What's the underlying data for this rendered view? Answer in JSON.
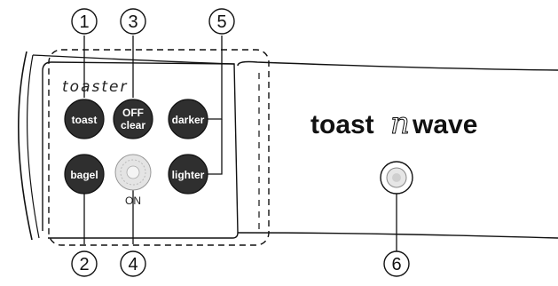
{
  "panel": {
    "title": "toaster",
    "on_label": "ON"
  },
  "buttons": {
    "toast": "toast",
    "off_line1": "OFF",
    "off_line2": "clear",
    "darker": "darker",
    "bagel": "bagel",
    "lighter": "lighter"
  },
  "brand": {
    "left": "toast",
    "middle": "n",
    "right": "wave"
  },
  "callouts": [
    "1",
    "2",
    "3",
    "4",
    "5",
    "6"
  ],
  "colors": {
    "button_fill": "#2f2f2f",
    "line": "#111111",
    "indicator": "#d9d9d9"
  }
}
